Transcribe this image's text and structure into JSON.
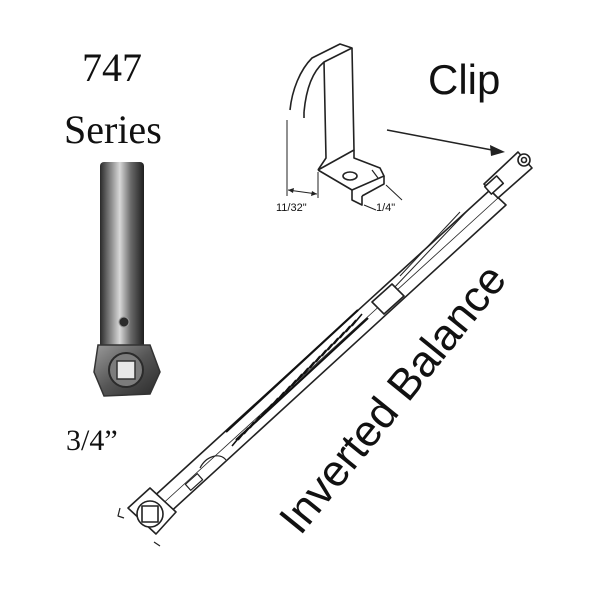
{
  "labels": {
    "series_number": "747",
    "series_word": "Series",
    "size": "3/4”",
    "clip": "Clip",
    "product": "Inverted Balance",
    "dim_width": "11/32\"",
    "dim_depth": "1/4\""
  },
  "colors": {
    "metal_dark": "#3a3a3a",
    "metal_light": "#b9b9b9",
    "line": "#222222"
  },
  "icons": [
    "balance-tube-closeup-icon",
    "clip-part-icon",
    "inverted-balance-icon",
    "pointer-arrow-icon"
  ]
}
